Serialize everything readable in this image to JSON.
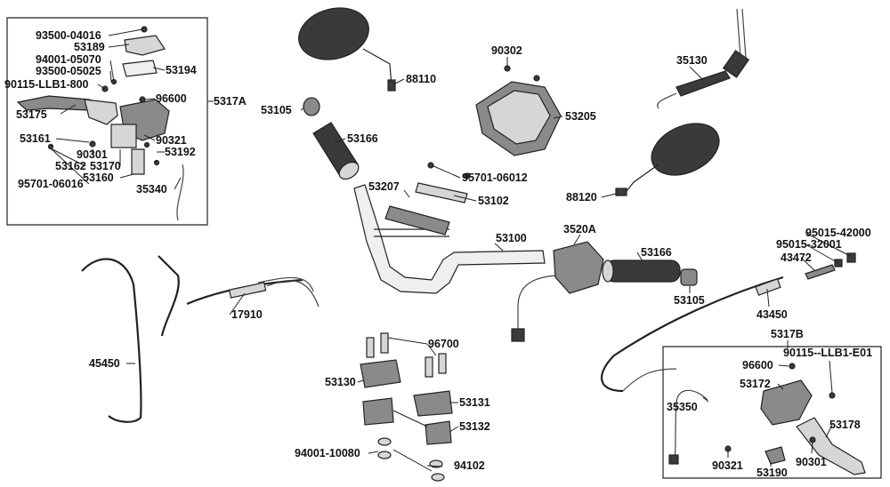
{
  "labels": {
    "p93500_04016": "93500-04016",
    "p53189": "53189",
    "p94001_05070": "94001-05070",
    "p93500_05025": "93500-05025",
    "p90115_llb1_800": "90115-LLB1-800",
    "p53194": "53194",
    "p96600_left": "96600",
    "p53175": "53175",
    "p5317a": "5317A",
    "p53161": "53161",
    "p90321_left": "90321",
    "p53192": "53192",
    "p90301_left": "90301",
    "p53162": "53162",
    "p53170": "53170",
    "p53160": "53160",
    "p95701_06016": "95701-06016",
    "p35340": "35340",
    "p88110": "88110",
    "p53105_left": "53105",
    "p53166_left": "53166",
    "p90302": "90302",
    "p53205": "53205",
    "p35130": "35130",
    "p95701_06012": "95701-06012",
    "p53207": "53207",
    "p53102": "53102",
    "p88120": "88120",
    "p53100": "53100",
    "p3520a": "3520A",
    "p53166_right": "53166",
    "p53105_right": "53105",
    "p95015_42000": "95015-42000",
    "p95015_32001": "95015-32001",
    "p43472": "43472",
    "p43450": "43450",
    "p17910": "17910",
    "p45450": "45450",
    "p96700": "96700",
    "p53130": "53130",
    "p53131": "53131",
    "p53132": "53132",
    "p94001_10080": "94001-10080",
    "p94102": "94102",
    "p5317b": "5317B",
    "p96600_right": "96600",
    "p90115_llb1_e01": "90115--LLB1-E01",
    "p53172": "53172",
    "p35350": "35350",
    "p53178": "53178",
    "p90321_right": "90321",
    "p90301_right": "90301",
    "p53190": "53190"
  }
}
